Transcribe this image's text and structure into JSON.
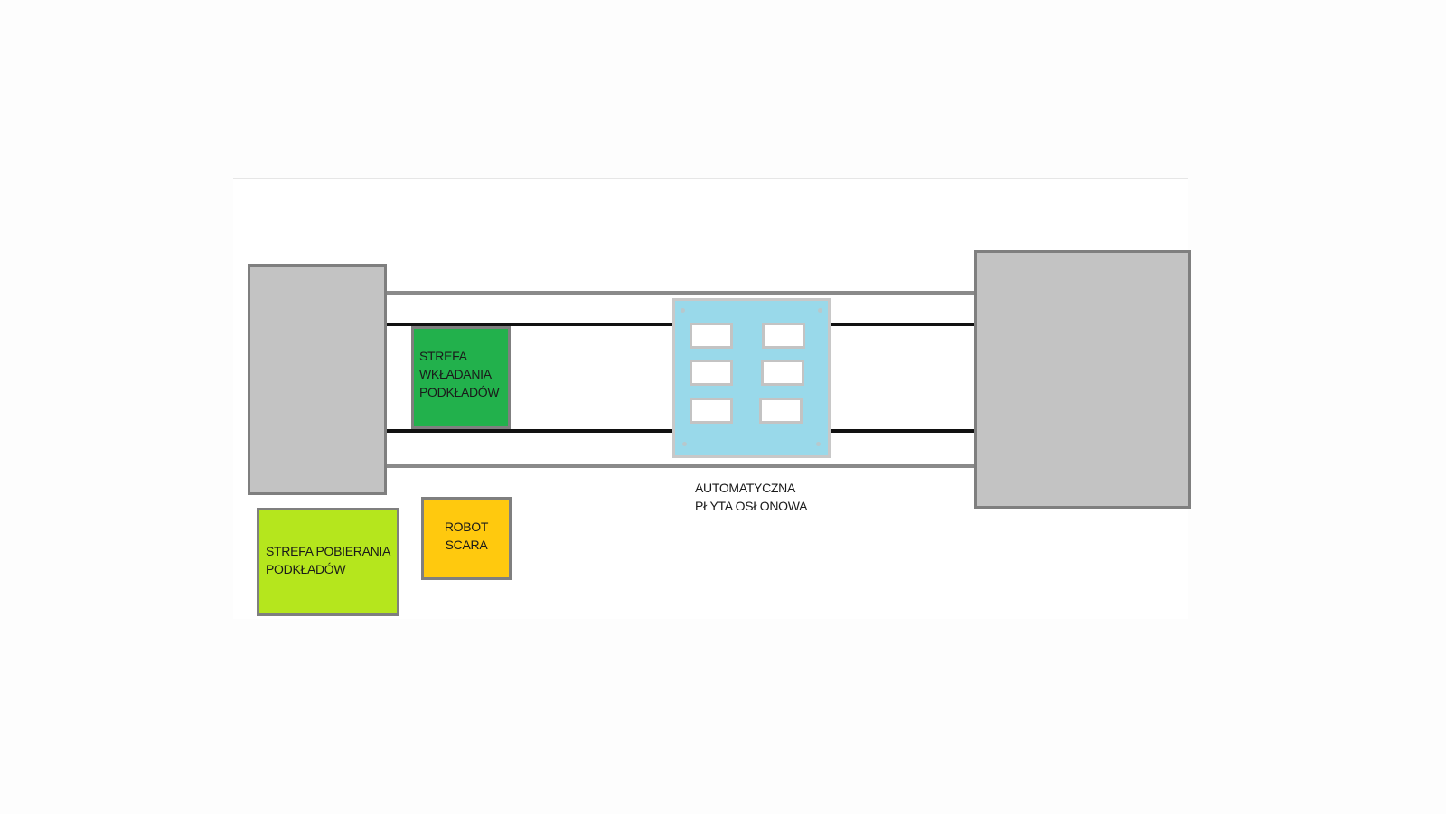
{
  "zones": {
    "insert_zone": "STREFA\nWKŁADANIA\nPODKŁADÓW",
    "pickup_zone": "STREFA POBIERANIA\nPODKŁADÓW",
    "robot": "ROBOT\nSCARA",
    "plate_label": "AUTOMATYCZNA\nPŁYTA OSŁONOWA"
  },
  "colors": {
    "insert_zone": "#22b14c",
    "pickup_zone": "#b5e61d",
    "robot": "#ffc90e",
    "plate": "#99d9ea",
    "station": "#c3c3c3"
  },
  "plate": {
    "window_count": 6
  }
}
